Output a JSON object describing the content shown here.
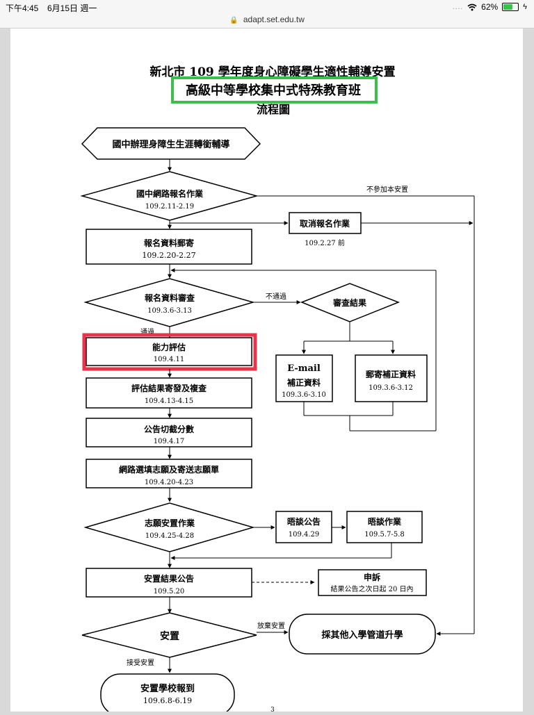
{
  "status_bar": {
    "time": "下午4:45",
    "date": "6月15日 週一",
    "signal": "....",
    "wifi": "wifi-icon",
    "battery": "62%",
    "battery_level": 0.62,
    "charging": true
  },
  "url_bar": {
    "url": "adapt.set.edu.tw"
  },
  "doc": {
    "title1": "新北市 109 學年度身心障礙學生適性輔導安置",
    "title2": "高級中等學校集中式特殊教育班",
    "title3": "流程圖",
    "page_number": "3",
    "highlight_title_color": "#3bbf4a",
    "highlight_box_color": "#e8334a",
    "nodes": {
      "start": {
        "label": "國中辦理身障生生涯轉銜輔導"
      },
      "online_reg": {
        "label": "國中網路報名作業",
        "date": "109.2.11-2.19"
      },
      "not_join": {
        "label": "不參加本安置"
      },
      "cancel": {
        "label": "取消報名作業",
        "date": "109.2.27 前"
      },
      "mail": {
        "label": "報名資料郵寄",
        "date": "109.2.20-2.27"
      },
      "review": {
        "label": "報名資料審查",
        "date": "109.3.6-3.13"
      },
      "fail": {
        "label": "不通過"
      },
      "pass": {
        "label": "通過"
      },
      "review_result": {
        "label": "審查結果"
      },
      "email_fix": {
        "label1": "E-mail",
        "label2": "補正資料",
        "date": "109.3.6-3.10"
      },
      "post_fix": {
        "label": "郵寄補正資料",
        "date": "109.3.6-3.12"
      },
      "ability": {
        "label": "能力評估",
        "date": "109.4.11"
      },
      "eval_result": {
        "label": "評估結果寄發及複查",
        "date": "109.4.13-4.15"
      },
      "cutoff": {
        "label": "公告切截分數",
        "date": "109.4.17"
      },
      "online_choice": {
        "label": "網路選填志願及寄送志願單",
        "date": "109.4.20-4.23"
      },
      "placement_op": {
        "label": "志願安置作業",
        "date": "109.4.25-4.28"
      },
      "interview_notice": {
        "label": "晤談公告",
        "date": "109.4.29"
      },
      "interview_op": {
        "label": "晤談作業",
        "date": "109.5.7-5.8"
      },
      "result_notice": {
        "label": "安置結果公告",
        "date": "109.5.20"
      },
      "appeal": {
        "label": "申訴",
        "note": "結果公告之次日起 20 日內"
      },
      "placement": {
        "label": "安置"
      },
      "give_up": {
        "label": "放棄安置"
      },
      "accept": {
        "label": "接受安置"
      },
      "other": {
        "label": "採其他入學管道升學"
      },
      "report": {
        "label": "安置學校報到",
        "date": "109.6.8-6.19"
      }
    }
  }
}
